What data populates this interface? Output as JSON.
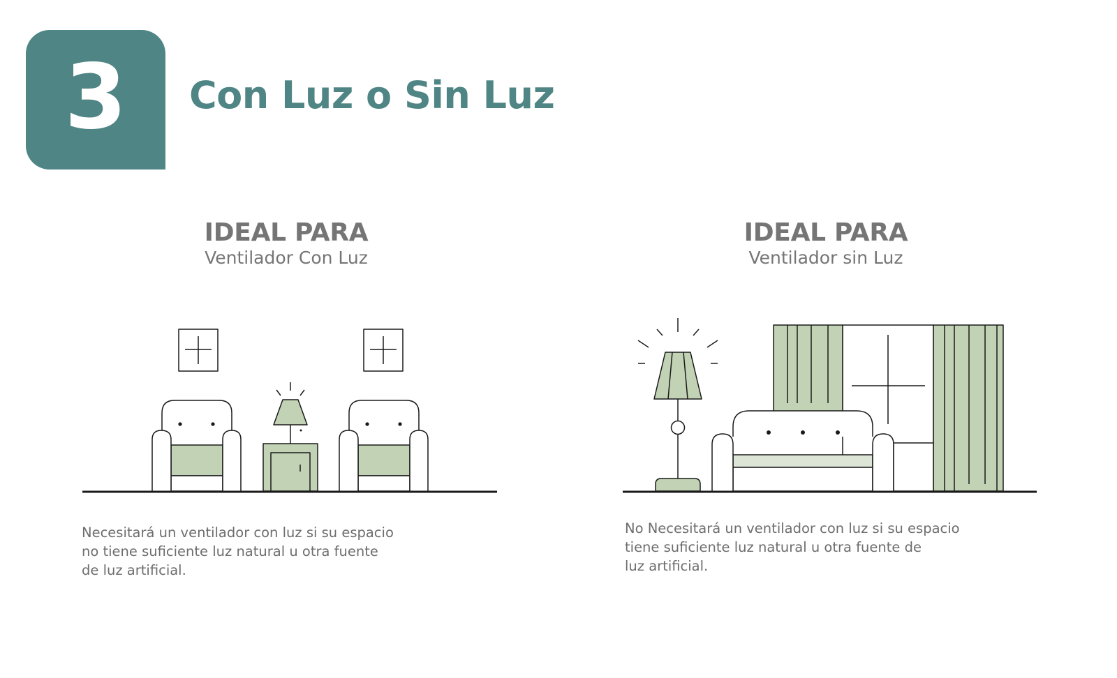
{
  "step": {
    "number": "3",
    "title": "Con Luz o Sin Luz"
  },
  "colors": {
    "accent": "#4f8584",
    "sage": "#c1d2b5",
    "heading_gray": "#757575",
    "text_gray": "#6d6d6d",
    "line": "#1a1a1a"
  },
  "left_panel": {
    "heading": "IDEAL PARA",
    "subheading": "Ventilador Con Luz",
    "description_lines": [
      "Necesitará un ventilador con luz si su espacio",
      "no tiene suficiente luz natural u otra fuente",
      "de luz artificial."
    ],
    "illustration": "two-armchairs-with-table-lamp"
  },
  "right_panel": {
    "heading": "IDEAL PARA",
    "subheading": "Ventilador sin Luz",
    "description_lines": [
      "No Necesitará un ventilador con luz si su espacio",
      "tiene suficiente luz natural u otra fuente de",
      "luz artificial."
    ],
    "illustration": "sofa-with-floor-lamp-and-curtained-window"
  }
}
